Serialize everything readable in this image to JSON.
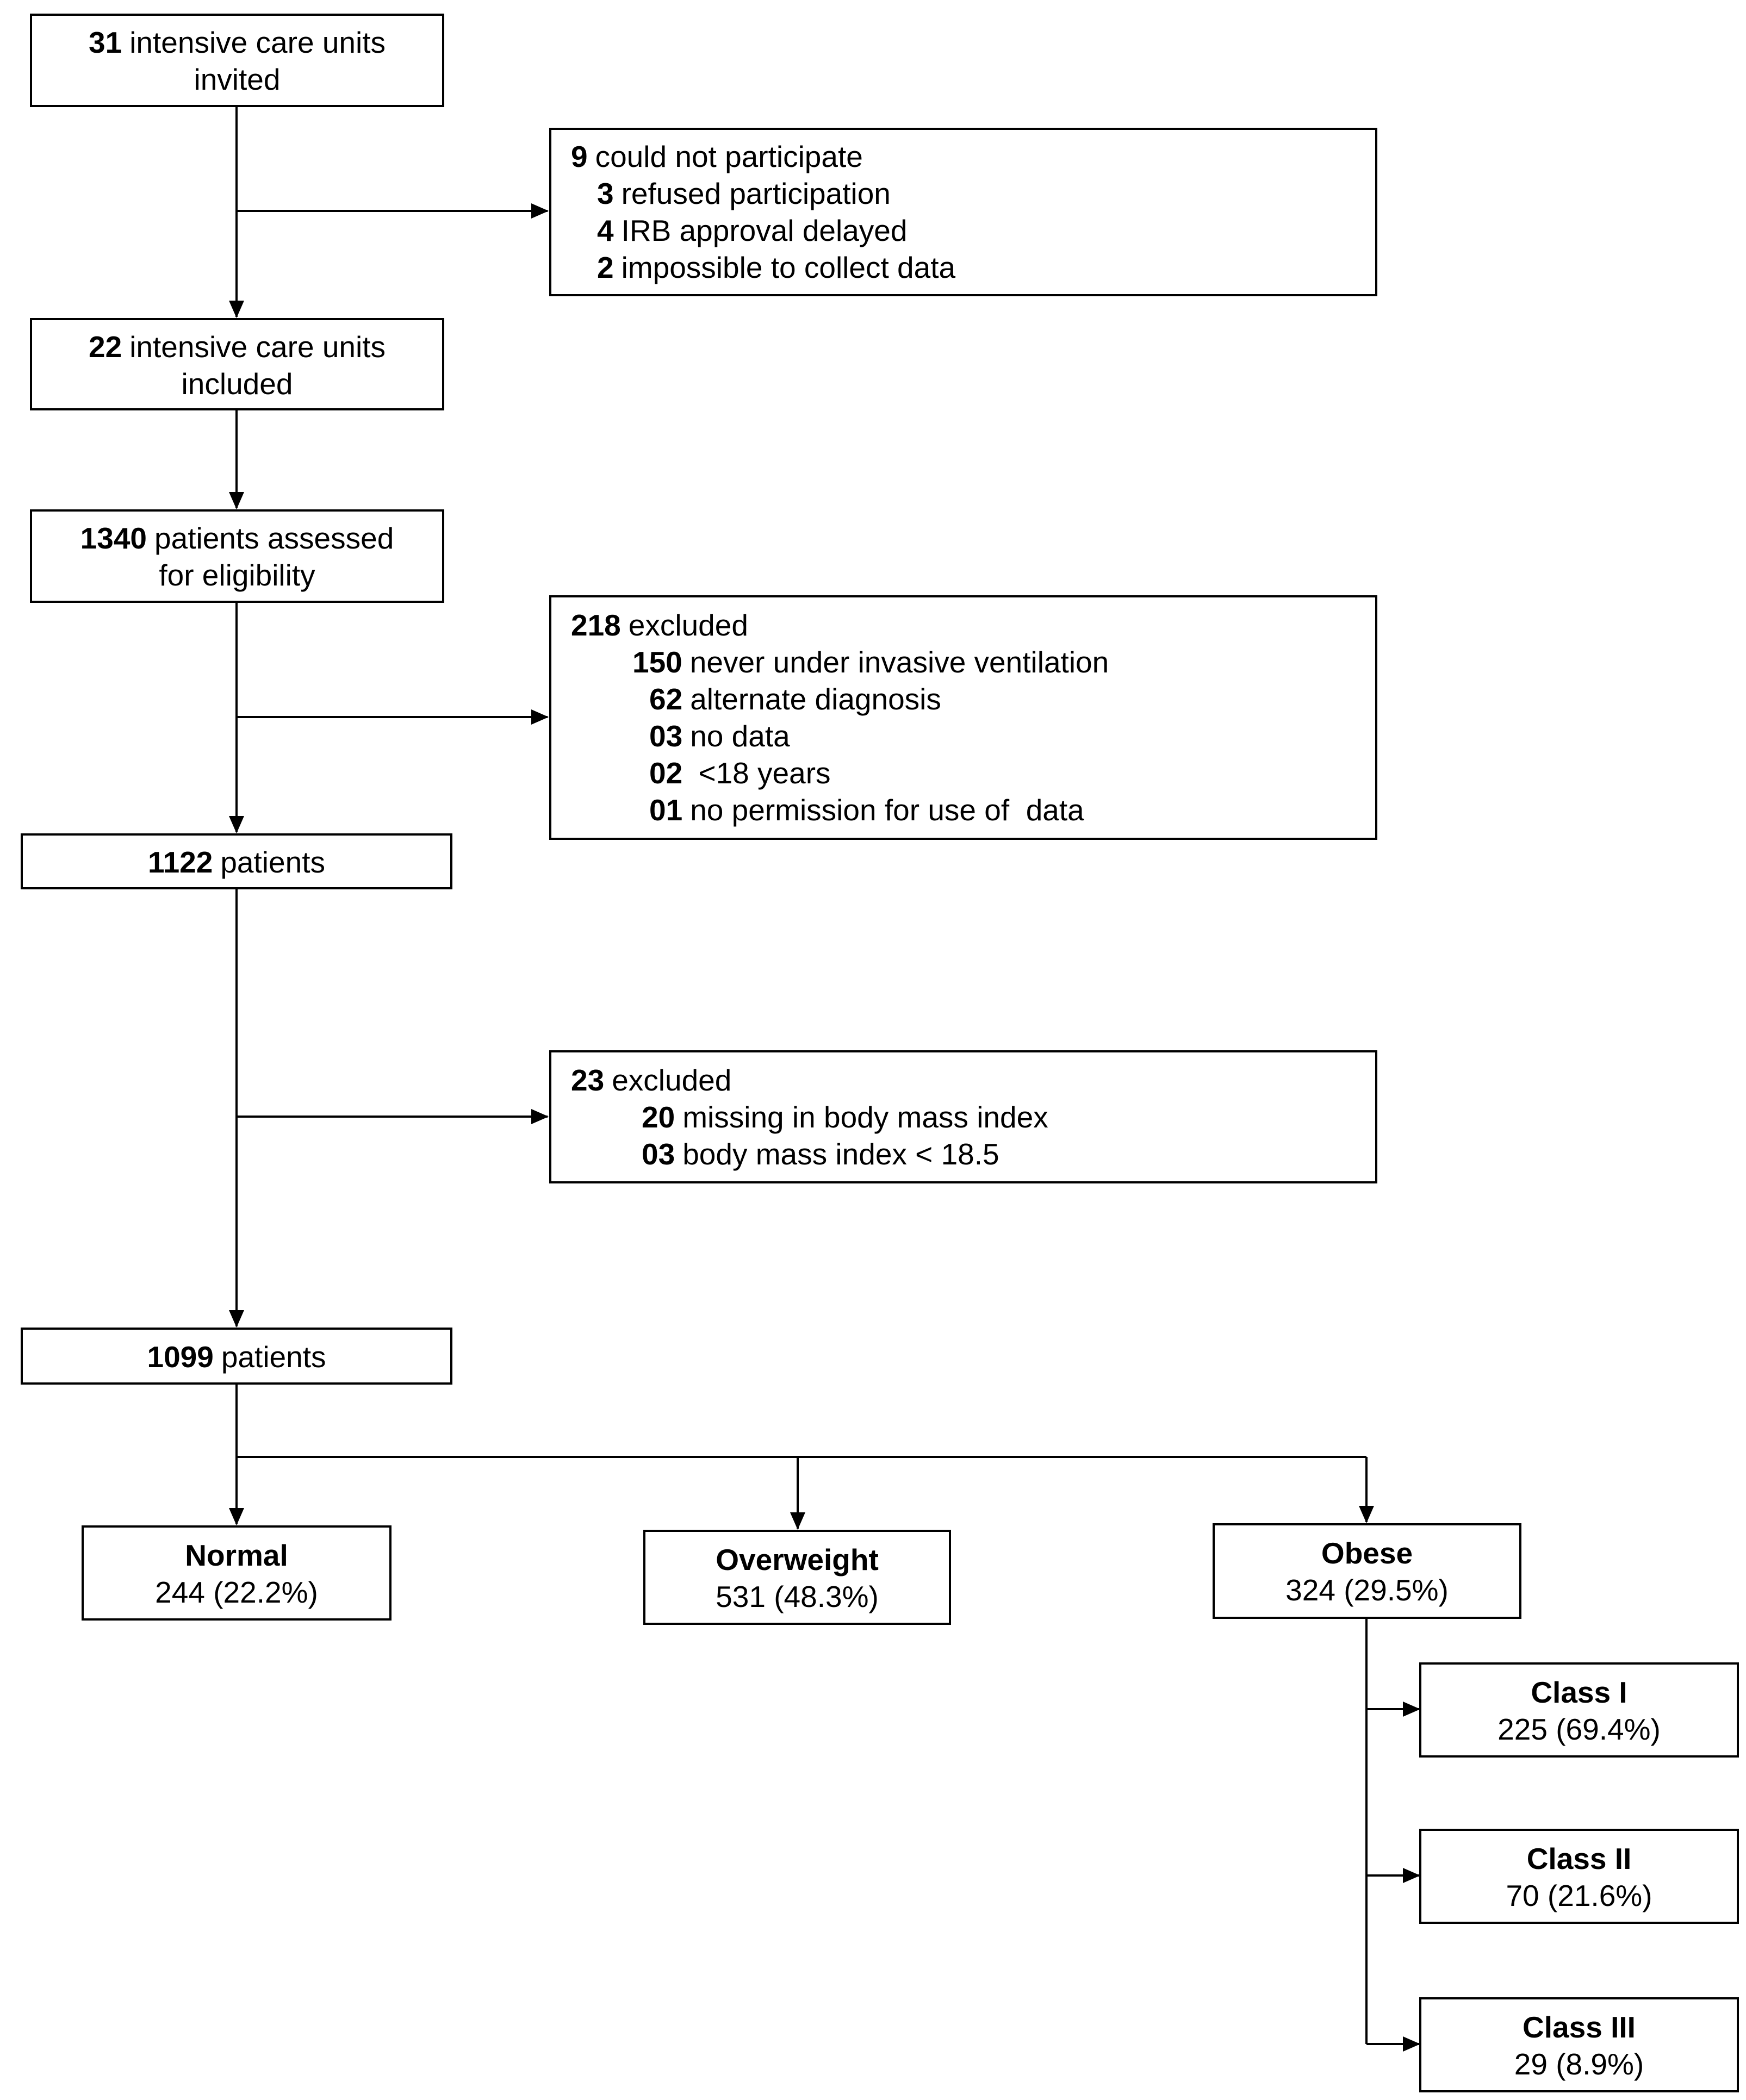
{
  "diagram": {
    "units_invited": {
      "num": "31",
      "line1": "intensive care units",
      "line2": "invited"
    },
    "not_participate": {
      "num": "9",
      "text": "could not participate",
      "reasons": [
        {
          "num": "3",
          "text": "refused participation"
        },
        {
          "num": "4",
          "text": "IRB approval delayed"
        },
        {
          "num": "2",
          "text": "impossible to collect data"
        }
      ]
    },
    "units_included": {
      "num": "22",
      "line1": "intensive care units",
      "line2": "included"
    },
    "assessed": {
      "num": "1340",
      "line1": "patients assessed",
      "line2": "for eligibility"
    },
    "excluded_1": {
      "num": "218",
      "text": "excluded",
      "reasons": [
        {
          "num": "150",
          "text": "never under invasive ventilation"
        },
        {
          "num": "62",
          "text": "alternate diagnosis"
        },
        {
          "num": "03",
          "text": "no data"
        },
        {
          "num": "02",
          "text": " <18 years"
        },
        {
          "num": "01",
          "text": "no permission for use of  data"
        }
      ]
    },
    "patients_1122": {
      "num": "1122",
      "text": "patients"
    },
    "excluded_2": {
      "num": "23",
      "text": "excluded",
      "reasons": [
        {
          "num": "20",
          "text": "missing in body mass index"
        },
        {
          "num": "03",
          "text": "body mass index < 18.5"
        }
      ]
    },
    "patients_1099": {
      "num": "1099",
      "text": "patients"
    },
    "groups": {
      "normal": {
        "label": "Normal",
        "value": "244 (22.2%)"
      },
      "overweight": {
        "label": "Overweight",
        "value": "531 (48.3%)"
      },
      "obese": {
        "label": "Obese",
        "value": "324 (29.5%)"
      }
    },
    "obese_classes": {
      "class1": {
        "label": "Class I",
        "value": "225 (69.4%)"
      },
      "class2": {
        "label": "Class II",
        "value": "70 (21.6%)"
      },
      "class3": {
        "label": "Class III",
        "value": "29 (8.9%)"
      }
    }
  }
}
